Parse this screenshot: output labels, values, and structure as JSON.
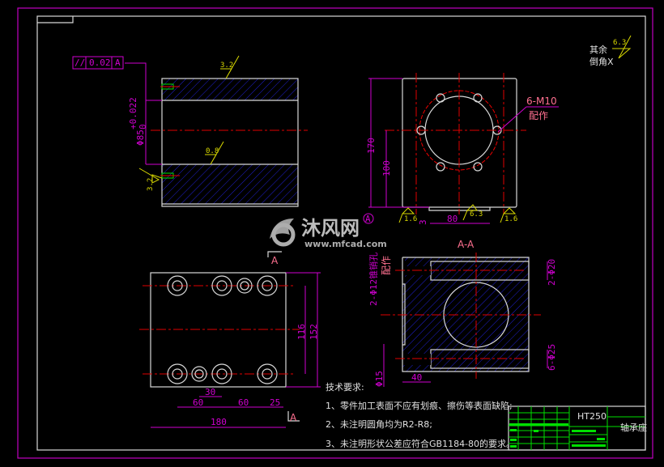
{
  "drawing": {
    "material": "HT250",
    "title_block_name": "轴承座",
    "general_roughness": {
      "label_line1": "其余",
      "label_line2": "倒角X",
      "value": "6.3"
    },
    "watermark": {
      "name": "沐风网",
      "url": "www.mfcad.com"
    },
    "section_label": "A-A",
    "section_marker": "A",
    "datum": "A",
    "tolerance_frame": {
      "symbol": "//",
      "value": "0.02",
      "datum": "A"
    },
    "top_left_view": {
      "bore_dim": "Φ85",
      "bore_tol_upper": "+0.022",
      "bore_tol_lower": "0",
      "roughness_top": "3.2",
      "roughness_bore": "0.8",
      "roughness_left": "3.2"
    },
    "top_right_view": {
      "height": "170",
      "center_height": "100",
      "notch_width": "80",
      "notch_depth": "3",
      "thread_note": "6-M10",
      "thread_note2": "配作",
      "roughness_left": "1.6",
      "roughness_mid": "6.3",
      "roughness_right": "1.6"
    },
    "section_view": {
      "pin_note": "2-Φ12锥销孔",
      "pin_note2": "配作",
      "top_holes": "2-Φ20",
      "bottom_holes": "6-Φ25",
      "width_dim": "40",
      "small_dim": "Φ15"
    },
    "bottom_view": {
      "inner_height": "116",
      "outer_height": "152",
      "d30": "30",
      "d60a": "60",
      "d60b": "60",
      "d25": "25",
      "width": "180"
    },
    "notes": {
      "title": "技术要求:",
      "items": [
        "1、零件加工表面不应有划痕、擦伤等表面缺陷;",
        "2、未注明圆角均为R2-R8;",
        "3、未注明形状公差应符合GB1184-80的要求。"
      ]
    }
  }
}
